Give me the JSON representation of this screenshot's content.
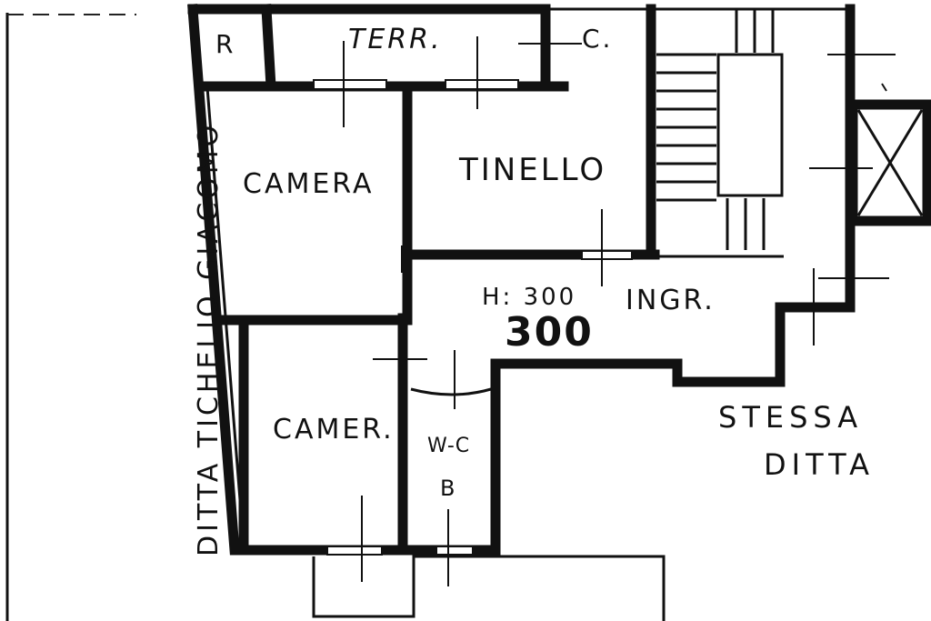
{
  "rooms": {
    "terrace": "TERR.",
    "closet": "C.",
    "storage": "R",
    "bedroom_1": "CAMERA",
    "bedroom_2": "CAMER.",
    "dining": "TINELLO",
    "entrance": "INGR.",
    "height_note": "H: 300",
    "bathroom": "W-C",
    "bathroom_sub": "B"
  },
  "dimension": "300",
  "neighbours": {
    "left": "DITTA TICHELIO GIACOMO",
    "right_line1": "STESSA",
    "right_line2": "DITTA"
  },
  "colors": {
    "ink": "#111111",
    "paper": "#ffffff"
  }
}
